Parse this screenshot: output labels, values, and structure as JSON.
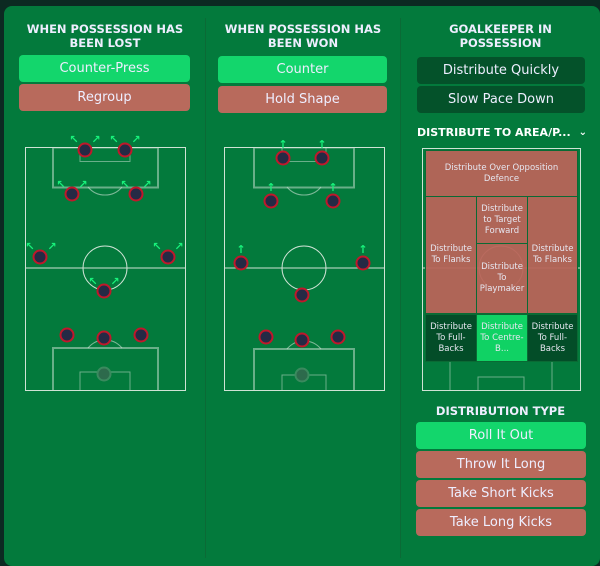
{
  "columns": [
    {
      "title": "WHEN POSSESSION HAS BEEN LOST",
      "options": [
        {
          "label": "Counter-Press",
          "state": "selected"
        },
        {
          "label": "Regroup",
          "state": "unselected"
        }
      ]
    },
    {
      "title": "WHEN POSSESSION HAS BEEN WON",
      "options": [
        {
          "label": "Counter",
          "state": "selected"
        },
        {
          "label": "Hold Shape",
          "state": "unselected"
        }
      ]
    },
    {
      "title": "GOALKEEPER IN POSSESSION",
      "options": [
        {
          "label": "Distribute Quickly",
          "state": "neutral"
        },
        {
          "label": "Slow Pace Down",
          "state": "neutral"
        }
      ]
    }
  ],
  "distribute_area": {
    "title": "DISTRIBUTE TO AREA/P...",
    "zones": [
      {
        "label": "Distribute Over Opposition Defence",
        "state": "unselected"
      },
      {
        "label": "Distribute to Target Forward",
        "state": "unselected"
      },
      {
        "label": "Distribute To Flanks",
        "state": "unselected"
      },
      {
        "label": "Distribute To Playmaker",
        "state": "unselected"
      },
      {
        "label": "Distribute To Flanks",
        "state": "unselected"
      },
      {
        "label": "Distribute To Full-Backs",
        "state": "neutral"
      },
      {
        "label": "Distribute To Centre-B...",
        "state": "selected"
      },
      {
        "label": "Distribute To Full-Backs",
        "state": "neutral"
      }
    ]
  },
  "distribution_type": {
    "title": "DISTRIBUTION TYPE",
    "options": [
      {
        "label": "Roll It Out",
        "state": "selected"
      },
      {
        "label": "Throw It Long",
        "state": "unselected"
      },
      {
        "label": "Take Short Kicks",
        "state": "unselected"
      },
      {
        "label": "Take Long Kicks",
        "state": "unselected"
      }
    ]
  },
  "colors": {
    "panel": "#037a3c",
    "selected": "#13d66c",
    "unselected": "#b86a5c",
    "neutral": "#04522a"
  }
}
